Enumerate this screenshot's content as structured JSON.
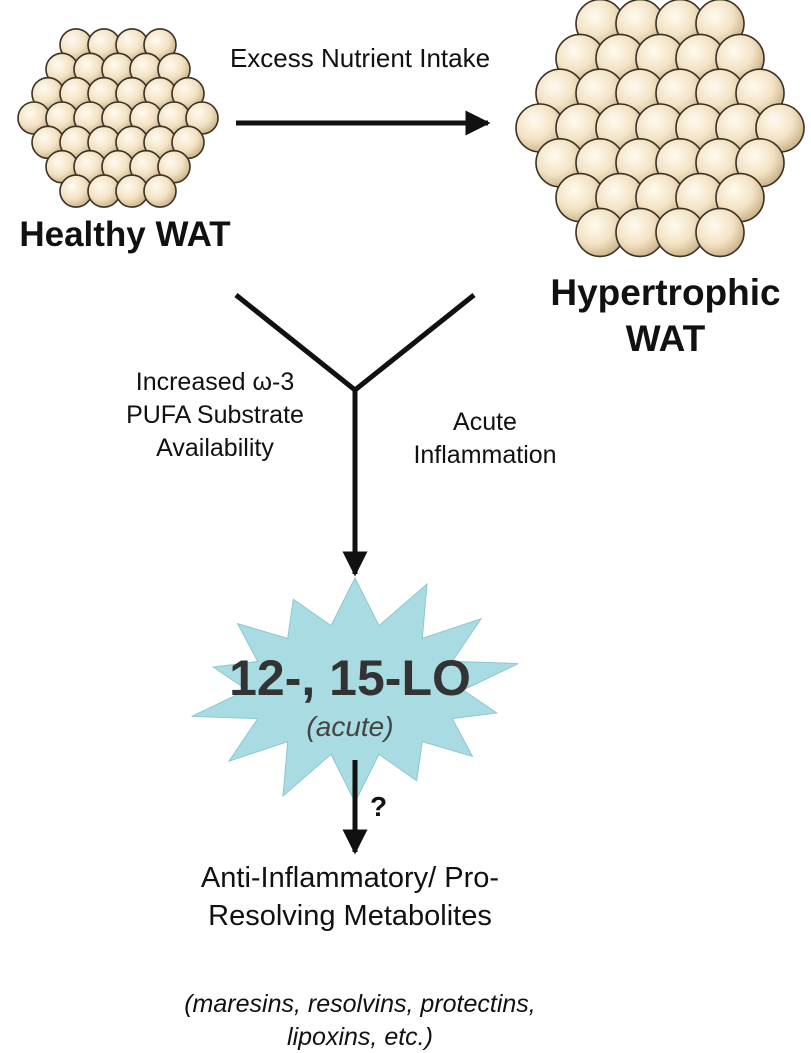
{
  "diagram": {
    "nodes": {
      "healthy": {
        "label": "Healthy WAT"
      },
      "hypertrophic": {
        "label": "Hypertrophic WAT"
      },
      "enzyme": {
        "label": "12-, 15-LO",
        "note": "(acute)"
      },
      "product": {
        "label": "Anti-Inflammatory/ Pro-Resolving Metabolites",
        "examples": "(maresins, resolvins, protectins, lipoxins, etc.)"
      }
    },
    "edges": {
      "nutrient": {
        "from": "healthy",
        "to": "hypertrophic",
        "label": "Excess Nutrient Intake"
      },
      "substrate": {
        "from": "healthy",
        "to": "enzyme",
        "label": "Increased ω-3 PUFA Substrate Availability"
      },
      "inflammation": {
        "from": "hypertrophic",
        "to": "enzyme",
        "label": "Acute Inflammation"
      },
      "conversion": {
        "from": "enzyme",
        "to": "product",
        "label": "?"
      }
    }
  },
  "colors": {
    "cell_fill": "#f3e3c4",
    "cell_stroke": "#3a3024",
    "burst_fill": "#a9dbe3",
    "line": "#111111",
    "enzyme_text": "#333333"
  }
}
